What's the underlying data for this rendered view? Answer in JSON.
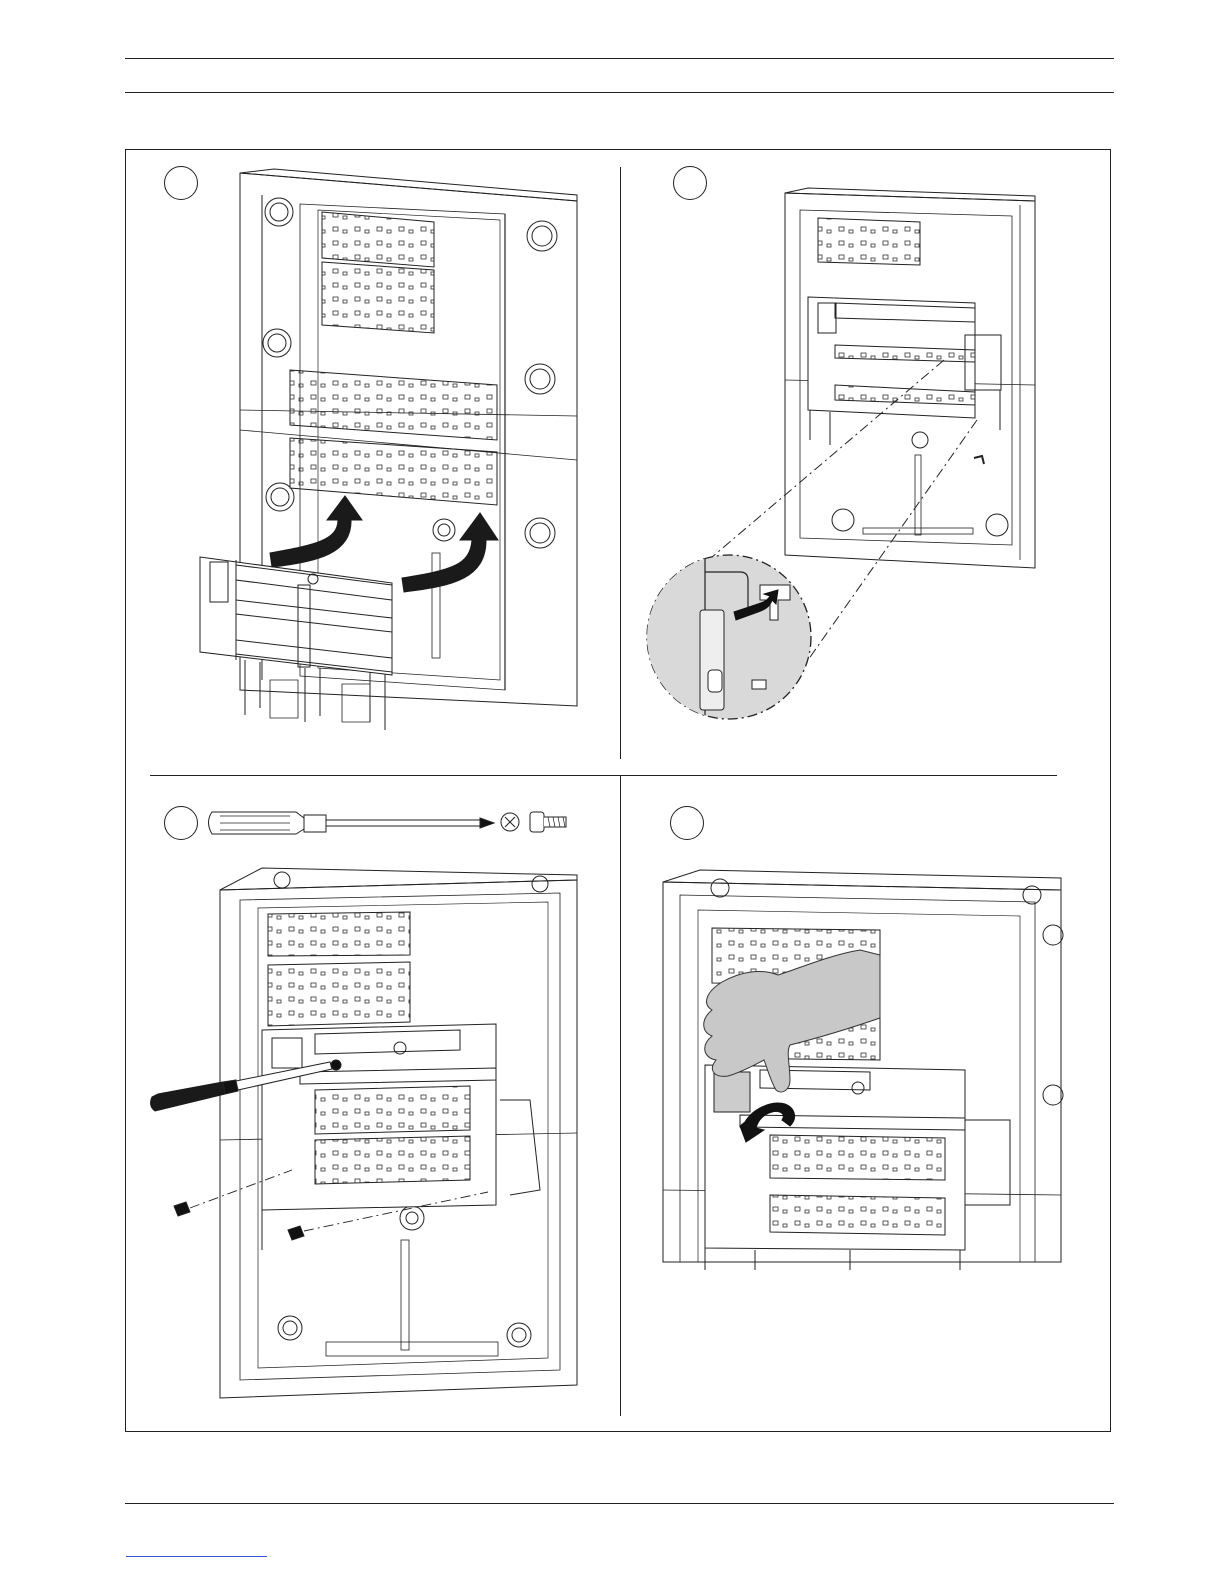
{
  "document": {
    "type": "installation-instruction-page",
    "steps": [
      {
        "id": 1,
        "icons": [
          "enclosure-icon",
          "chassis-module-icon",
          "insert-arrow-icon"
        ]
      },
      {
        "id": 2,
        "icons": [
          "enclosure-icon",
          "detail-magnifier-icon",
          "hook-arrow-icon"
        ]
      },
      {
        "id": 3,
        "icons": [
          "screwdriver-icon",
          "screw-head-icon",
          "screw-icon",
          "enclosure-icon"
        ]
      },
      {
        "id": 4,
        "icons": [
          "enclosure-icon",
          "gloved-hand-icon",
          "rotate-arrow-icon"
        ]
      }
    ]
  },
  "colors": {
    "line": "#222222",
    "arrow": "#1a1a1a",
    "detail_fill": "#d9d9d9",
    "glove": "#c8c8c8",
    "link": "#3b55d6"
  }
}
